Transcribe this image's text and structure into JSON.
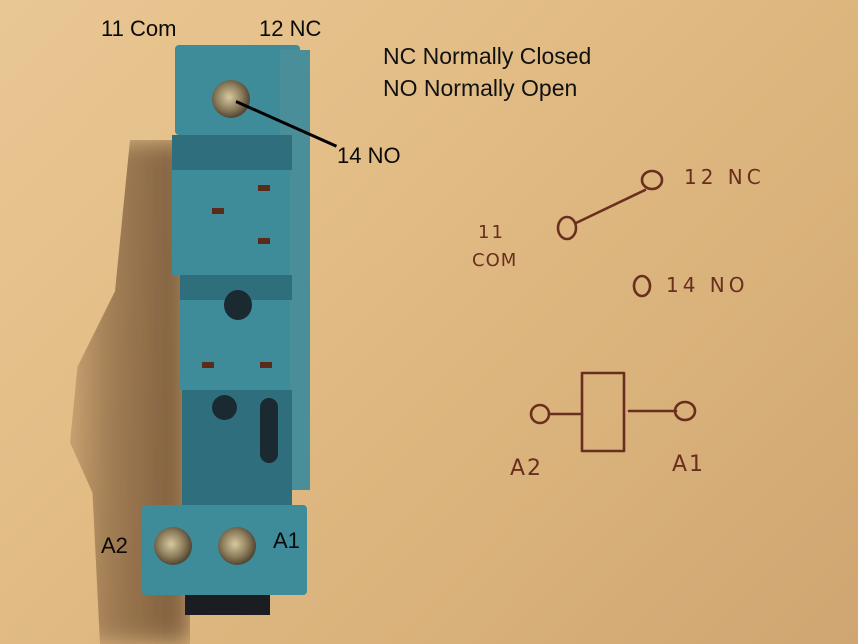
{
  "photo": {
    "subject": "relay socket base with terminal labels",
    "background_color": "#e3bd86",
    "relay_color": "#3e8c9a",
    "ink_color": "#6a2e1e"
  },
  "overlay_labels": {
    "com": "11 Com",
    "nc": "12 NC",
    "no": "14 NO",
    "a2": "A2",
    "a1": "A1"
  },
  "legend": {
    "line1": "NC Normally Closed",
    "line2": "NO Normally Open"
  },
  "handwritten": {
    "switch": {
      "com_number": "11",
      "com_label": "COM",
      "nc_label": "12 NC",
      "no_label": "14 NO"
    },
    "coil": {
      "left_label": "A2",
      "right_label": "A1"
    }
  }
}
